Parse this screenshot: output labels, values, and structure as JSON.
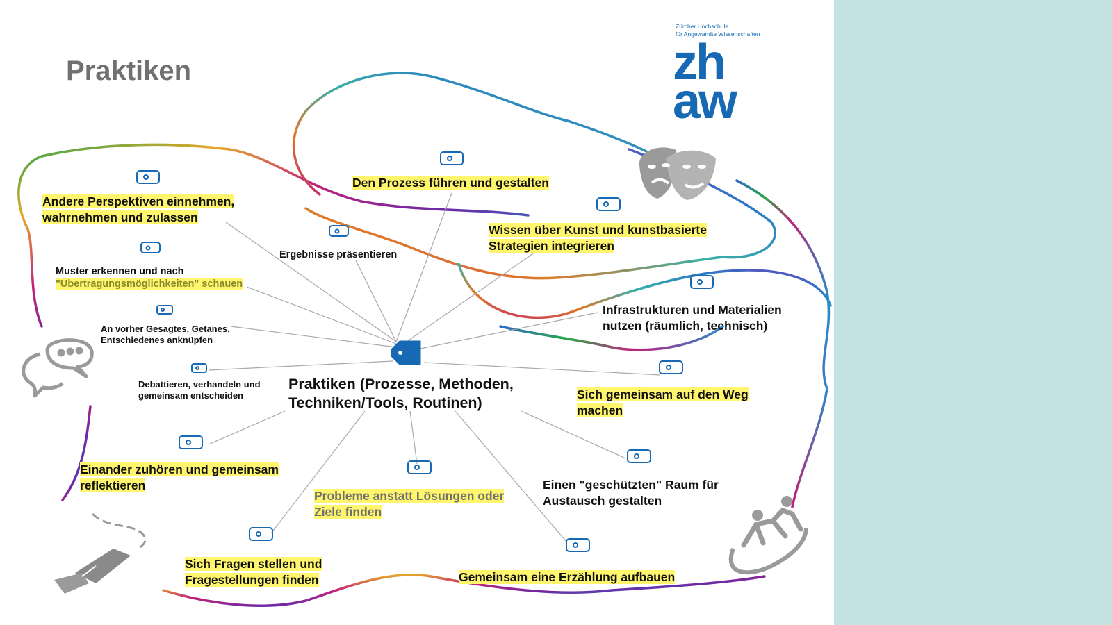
{
  "title": "Praktiken",
  "logo": {
    "line1": "Zürcher Hochschule",
    "line2": "für Angewandte Wissenschaften",
    "mark_line1": "zh",
    "mark_line2": "aw"
  },
  "center": {
    "line1": "Praktiken (Prozesse, Methoden,",
    "line2": "Techniken/Tools, Routinen)"
  },
  "nodes": {
    "prozess": {
      "line1": "Den Prozess führen und gestalten"
    },
    "perspektiven": {
      "line1": "Andere Perspektiven einnehmen,",
      "line2": "wahrnehmen und zulassen"
    },
    "ergebnisse": {
      "line1": "Ergebnisse präsentieren"
    },
    "wissen": {
      "line1": "Wissen über Kunst und kunstbasierte",
      "line2": "Strategien integrieren"
    },
    "muster": {
      "line1": "Muster erkennen und nach",
      "line2": "\"Übertragungsmöglichkeiten\" schauen"
    },
    "anknuepfen": {
      "line1": "An vorher Gesagtes, Getanes,",
      "line2": "Entschiedenes anknüpfen"
    },
    "infrastruktur": {
      "line1": "Infrastrukturen und Materialien",
      "line2": "nutzen (räumlich, technisch)"
    },
    "debattieren": {
      "line1": "Debattieren, verhandeln und",
      "line2": "gemeinsam entscheiden"
    },
    "weg": {
      "line1": "Sich gemeinsam auf den Weg",
      "line2": "machen"
    },
    "zuhoeren": {
      "line1": "Einander zuhören und gemeinsam",
      "line2": "reflektieren"
    },
    "probleme": {
      "line1": "Probleme anstatt Lösungen oder",
      "line2": "Ziele finden"
    },
    "raum": {
      "line1": "Einen \"geschützten\" Raum für",
      "line2": "Austausch gestalten"
    },
    "fragen": {
      "line1": "Sich Fragen stellen und",
      "line2": "Fragestellungen finden"
    },
    "erzaehlung": {
      "line1": "Gemeinsam eine Erzählung aufbauen"
    }
  },
  "icons": [
    "tag-icon",
    "theater-masks-icon",
    "speech-bubble-icon",
    "fountain-pen-icon",
    "dancers-icon"
  ],
  "colors": {
    "accent": "#1769b4",
    "highlight": "#fff66e",
    "panel": "#c6e3e4",
    "connector": "#a8a8a8",
    "icon_grey": "#9a9a9a"
  }
}
